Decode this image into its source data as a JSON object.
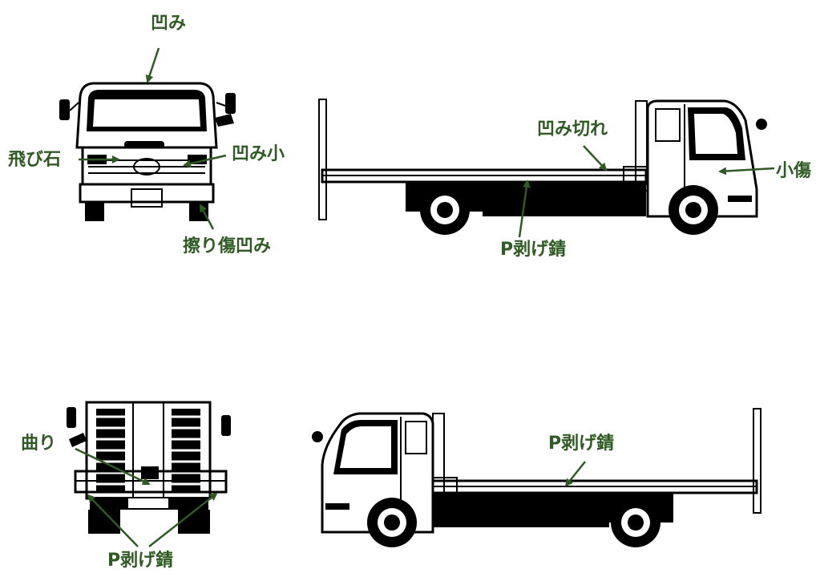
{
  "colors": {
    "annotation": "#2f5a24",
    "line": "#000000",
    "background": "#ffffff"
  },
  "views": {
    "front": {
      "labels": {
        "top_dent": "凹み",
        "stone_chip": "飛び石",
        "small_dent": "凹み小",
        "scratch_dent": "擦り傷凹み"
      }
    },
    "side_right": {
      "labels": {
        "dent_cut": "凹み切れ",
        "small_scratch": "小傷",
        "paint_peel_rust": "P剥げ錆"
      }
    },
    "rear": {
      "labels": {
        "bend": "曲り",
        "paint_peel_rust": "P剥げ錆"
      }
    },
    "side_left": {
      "labels": {
        "paint_peel_rust": "P剥げ錆"
      }
    }
  }
}
